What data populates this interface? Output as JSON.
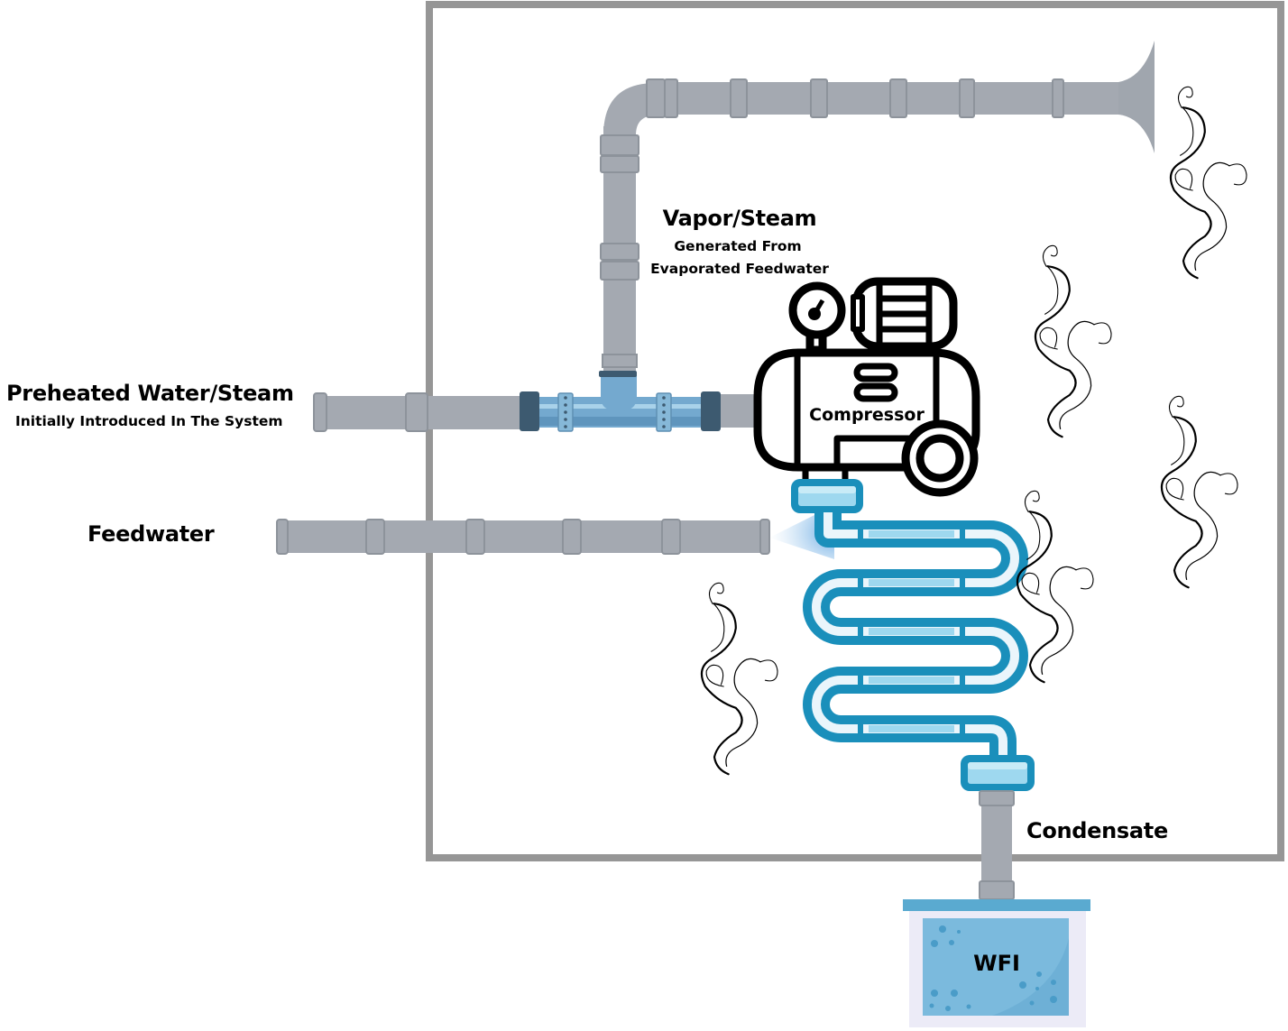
{
  "diagram": {
    "title": "Vapor Compression Distillation for WFI",
    "labels": {
      "preheated_title": "Preheated Water/Steam",
      "preheated_sub": "Initially Introduced In The System",
      "vapor_title": "Vapor/Steam",
      "vapor_sub_1": "Generated From",
      "vapor_sub_2": "Evaporated Feedwater",
      "feedwater": "Feedwater",
      "compressor": "Compressor",
      "condensate": "Condensate",
      "wfi": "WFI"
    },
    "components": [
      {
        "id": "system-boundary",
        "name": "System enclosure"
      },
      {
        "id": "preheated-inlet-pipe",
        "name": "Preheated water/steam inlet pipe"
      },
      {
        "id": "tee-junction",
        "name": "Blue tee junction"
      },
      {
        "id": "vapor-riser-pipe",
        "name": "Vapor/steam riser pipe with exhaust horn"
      },
      {
        "id": "compressor",
        "name": "Compressor"
      },
      {
        "id": "feedwater-pipe",
        "name": "Feedwater pipe with spray nozzle"
      },
      {
        "id": "condenser-coil",
        "name": "Serpentine condenser coil"
      },
      {
        "id": "condensate-pipe",
        "name": "Condensate outlet pipe"
      },
      {
        "id": "wfi-tank",
        "name": "WFI storage tank"
      }
    ],
    "colors": {
      "pipe_gray": "#a4a9b1",
      "pipe_band": "#8d939b",
      "boundary": "#969696",
      "coil_blue": "#1a8fbb",
      "coil_light": "#eaf5fb",
      "coil_highlight": "#9ed8ef",
      "tee_blue": "#74a9cf",
      "tee_dark": "#3d5a70",
      "tank_water": "#7bbadd",
      "tank_lid": "#5aaad0",
      "tank_glass": "#ecebf7",
      "spray": "#7fb6e6"
    }
  }
}
